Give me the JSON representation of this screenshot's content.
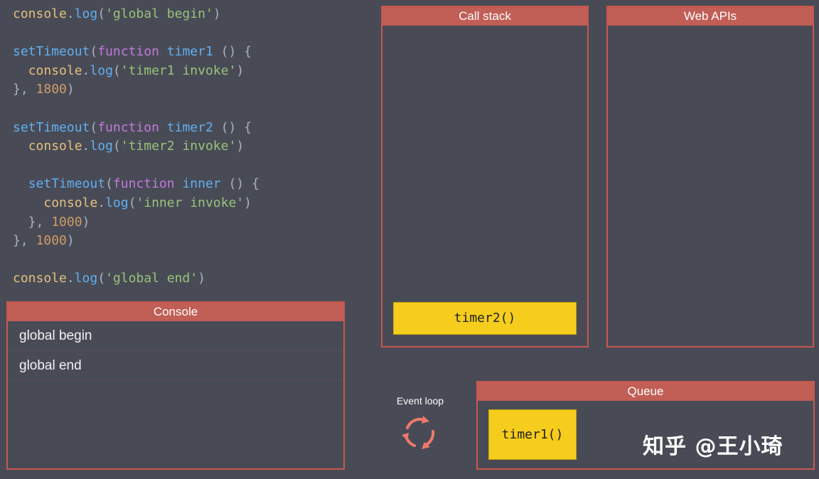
{
  "code": {
    "lines": [
      [
        {
          "t": "console",
          "c": "obj"
        },
        {
          "t": ".",
          "c": "pun"
        },
        {
          "t": "log",
          "c": "fn"
        },
        {
          "t": "(",
          "c": "pun"
        },
        {
          "t": "'global begin'",
          "c": "str"
        },
        {
          "t": ")",
          "c": "pun"
        }
      ],
      [],
      [
        {
          "t": "setTimeout",
          "c": "fn"
        },
        {
          "t": "(",
          "c": "pun"
        },
        {
          "t": "function",
          "c": "kw"
        },
        {
          "t": " ",
          "c": "pun"
        },
        {
          "t": "timer1",
          "c": "fn"
        },
        {
          "t": " () {",
          "c": "pun"
        }
      ],
      [
        {
          "t": "  ",
          "c": "pun"
        },
        {
          "t": "console",
          "c": "obj"
        },
        {
          "t": ".",
          "c": "pun"
        },
        {
          "t": "log",
          "c": "fn"
        },
        {
          "t": "(",
          "c": "pun"
        },
        {
          "t": "'timer1 invoke'",
          "c": "str"
        },
        {
          "t": ")",
          "c": "pun"
        }
      ],
      [
        {
          "t": "}, ",
          "c": "pun"
        },
        {
          "t": "1800",
          "c": "num"
        },
        {
          "t": ")",
          "c": "pun"
        }
      ],
      [],
      [
        {
          "t": "setTimeout",
          "c": "fn"
        },
        {
          "t": "(",
          "c": "pun"
        },
        {
          "t": "function",
          "c": "kw"
        },
        {
          "t": " ",
          "c": "pun"
        },
        {
          "t": "timer2",
          "c": "fn"
        },
        {
          "t": " () {",
          "c": "pun"
        }
      ],
      [
        {
          "t": "  ",
          "c": "pun"
        },
        {
          "t": "console",
          "c": "obj"
        },
        {
          "t": ".",
          "c": "pun"
        },
        {
          "t": "log",
          "c": "fn"
        },
        {
          "t": "(",
          "c": "pun"
        },
        {
          "t": "'timer2 invoke'",
          "c": "str"
        },
        {
          "t": ")",
          "c": "pun"
        }
      ],
      [],
      [
        {
          "t": "  ",
          "c": "pun"
        },
        {
          "t": "setTimeout",
          "c": "fn"
        },
        {
          "t": "(",
          "c": "pun"
        },
        {
          "t": "function",
          "c": "kw"
        },
        {
          "t": " ",
          "c": "pun"
        },
        {
          "t": "inner",
          "c": "fn"
        },
        {
          "t": " () {",
          "c": "pun"
        }
      ],
      [
        {
          "t": "    ",
          "c": "pun"
        },
        {
          "t": "console",
          "c": "obj"
        },
        {
          "t": ".",
          "c": "pun"
        },
        {
          "t": "log",
          "c": "fn"
        },
        {
          "t": "(",
          "c": "pun"
        },
        {
          "t": "'inner invoke'",
          "c": "str"
        },
        {
          "t": ")",
          "c": "pun"
        }
      ],
      [
        {
          "t": "  }, ",
          "c": "pun"
        },
        {
          "t": "1000",
          "c": "num"
        },
        {
          "t": ")",
          "c": "pun"
        }
      ],
      [
        {
          "t": "}, ",
          "c": "pun"
        },
        {
          "t": "1000",
          "c": "num"
        },
        {
          "t": ")",
          "c": "pun"
        }
      ],
      [],
      [
        {
          "t": "console",
          "c": "obj"
        },
        {
          "t": ".",
          "c": "pun"
        },
        {
          "t": "log",
          "c": "fn"
        },
        {
          "t": "(",
          "c": "pun"
        },
        {
          "t": "'global end'",
          "c": "str"
        },
        {
          "t": ")",
          "c": "pun"
        }
      ]
    ]
  },
  "call_stack": {
    "title": "Call stack",
    "frames": [
      "timer2()"
    ]
  },
  "web_apis": {
    "title": "Web APIs"
  },
  "console": {
    "title": "Console",
    "lines": [
      "global begin",
      "global end"
    ]
  },
  "queue": {
    "title": "Queue",
    "items": [
      "timer1()"
    ]
  },
  "event_loop": {
    "label": "Event loop",
    "icon": "cycle-arrows-icon"
  },
  "watermark": "知乎 @王小琦",
  "colors": {
    "background": "#484b56",
    "panel_header": "#c15e55",
    "panel_border": "#c8574e",
    "frame_fill": "#f6cd1c",
    "event_loop_icon": "#f07a6a"
  }
}
